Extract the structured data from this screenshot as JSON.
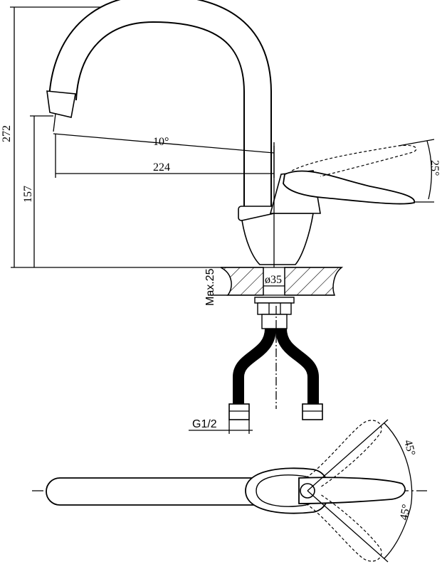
{
  "dimensions": {
    "total_height": "272",
    "spout_height": "157",
    "swivel_angle": "10°",
    "reach": "224",
    "lever_tilt": "25°",
    "max_counter": "Max.25",
    "hole_diameter": "ø35",
    "connection": "G1/2",
    "lever_rotation_upper": "45°",
    "lever_rotation_lower": "45°"
  }
}
